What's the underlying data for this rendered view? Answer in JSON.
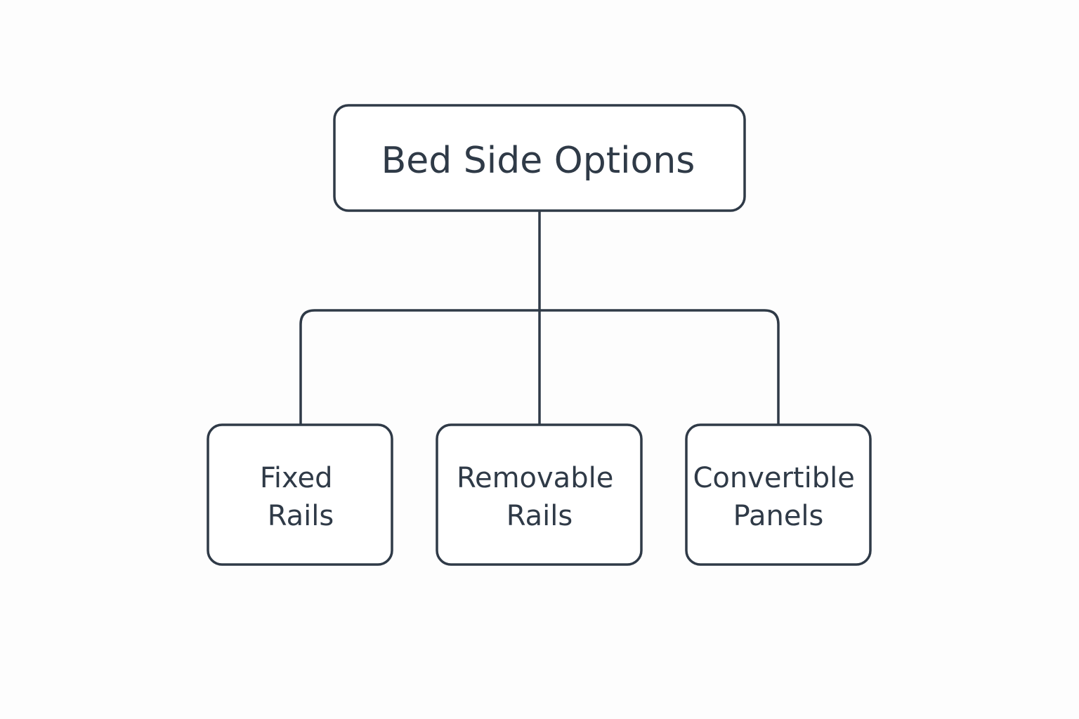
{
  "diagram": {
    "root": {
      "label": "Bed Side Options"
    },
    "children": [
      {
        "line1": "Fixed",
        "line2": "Rails"
      },
      {
        "line1": "Removable",
        "line2": "Rails"
      },
      {
        "line1": "Convertible",
        "line2": "Panels"
      }
    ],
    "colors": {
      "stroke": "#2f3a47",
      "text": "#2f3a47",
      "background": "#fdfdfd"
    }
  }
}
